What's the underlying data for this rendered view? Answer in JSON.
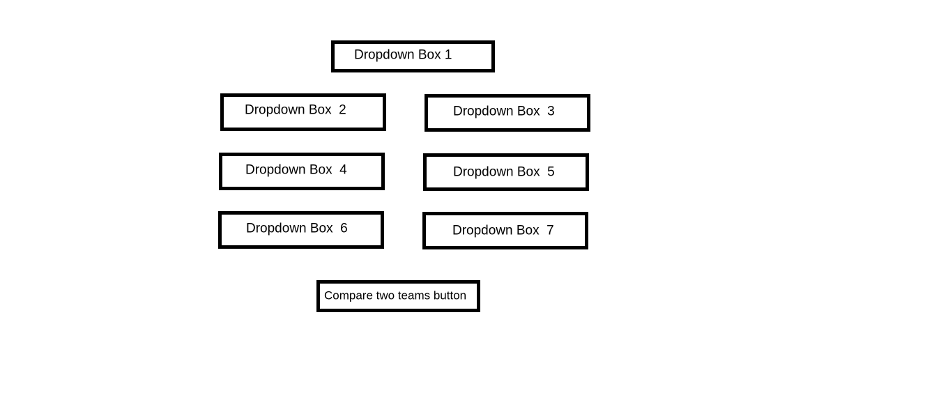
{
  "dropdowns": [
    {
      "label": "Dropdown Box 1"
    },
    {
      "label": "Dropdown Box  2"
    },
    {
      "label": "Dropdown Box  3"
    },
    {
      "label": "Dropdown Box  4"
    },
    {
      "label": "Dropdown Box  5"
    },
    {
      "label": "Dropdown Box  6"
    },
    {
      "label": "Dropdown Box  7"
    }
  ],
  "compare_button": {
    "label": "Compare two teams button"
  }
}
